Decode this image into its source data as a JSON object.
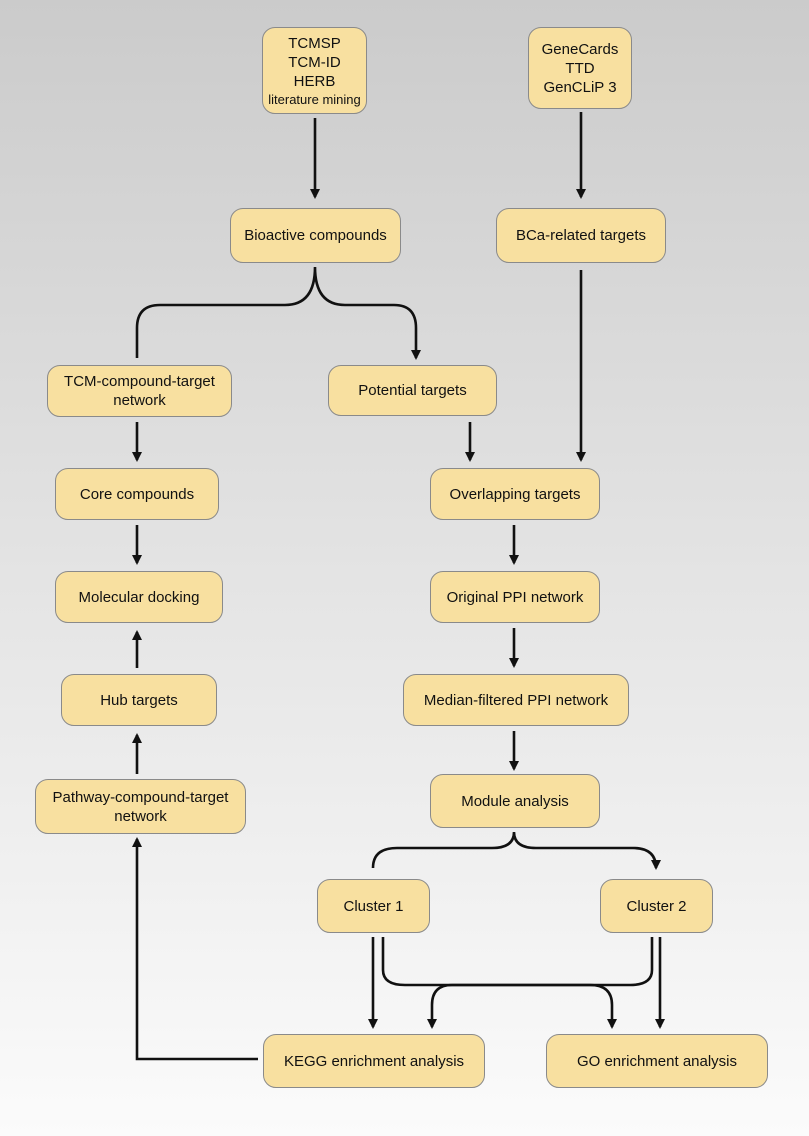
{
  "nodes": {
    "sources_tcm": [
      "TCMSP",
      "TCM-ID",
      "HERB",
      "literature mining"
    ],
    "sources_genes": [
      "GeneCards",
      "TTD",
      "GenCLiP 3"
    ],
    "bioactive_compounds": "Bioactive compounds",
    "bca_targets": "BCa-related targets",
    "tcm_network": [
      "TCM-compound-target",
      "network"
    ],
    "potential_targets": "Potential targets",
    "core_compounds": "Core compounds",
    "overlapping_targets": "Overlapping targets",
    "molecular_docking": "Molecular docking",
    "original_ppi": "Original PPI network",
    "hub_targets": "Hub targets",
    "median_ppi": "Median-filtered PPI network",
    "pathway_network": [
      "Pathway-compound-target",
      "network"
    ],
    "module_analysis": "Module analysis",
    "cluster1": "Cluster 1",
    "cluster2": "Cluster 2",
    "kegg": "KEGG enrichment analysis",
    "go": "GO enrichment analysis"
  }
}
